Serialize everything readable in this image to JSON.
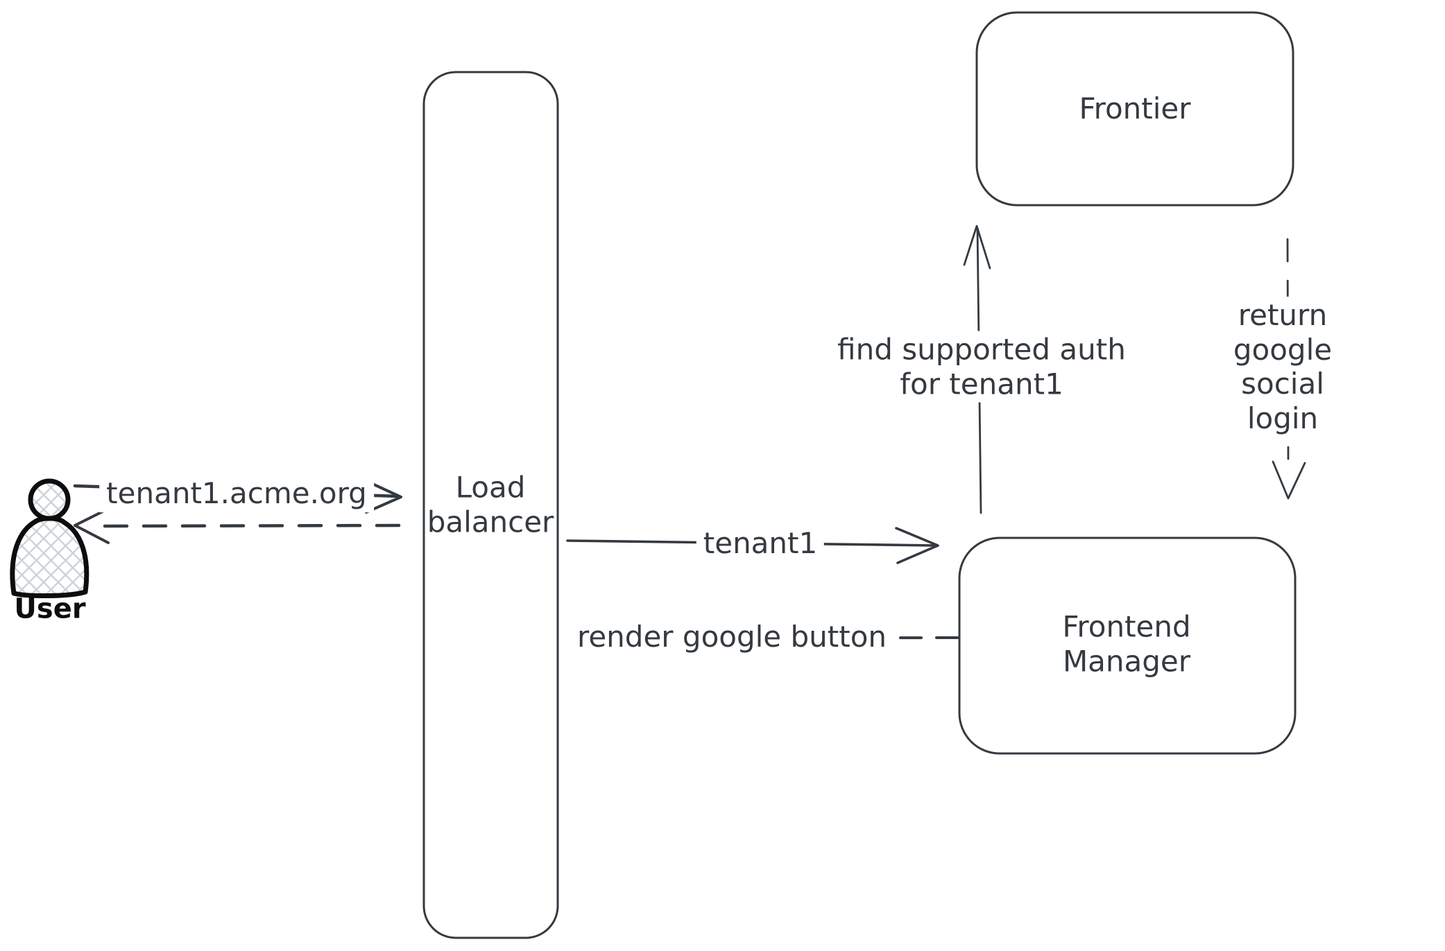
{
  "diagram": {
    "nodes": {
      "user": {
        "label": "User"
      },
      "load_balancer": {
        "label": "Load\nbalancer"
      },
      "frontier": {
        "label": "Frontier"
      },
      "frontend_manager": {
        "label": "Frontend\nManager"
      }
    },
    "edges": {
      "user_to_load_balancer": {
        "label": "tenant1.acme.org",
        "style": "solid",
        "direction": "right"
      },
      "load_balancer_to_user": {
        "style": "dashed",
        "direction": "left"
      },
      "load_balancer_to_frontend_manager": {
        "label": "tenant1",
        "style": "solid",
        "direction": "right"
      },
      "frontend_manager_to_load_balancer": {
        "label": "render google button",
        "style": "dashed",
        "direction": "left"
      },
      "frontend_manager_to_frontier": {
        "label": "find supported auth\nfor tenant1",
        "style": "solid",
        "direction": "up"
      },
      "frontier_to_frontend_manager": {
        "label": "return google social\nlogin",
        "style": "dashed",
        "direction": "down"
      }
    },
    "colors": {
      "stroke": "#343a40",
      "user_stroke": "#0d0d0d",
      "user_fill_hatch": "#ccd3da",
      "background": "#ffffff"
    }
  }
}
